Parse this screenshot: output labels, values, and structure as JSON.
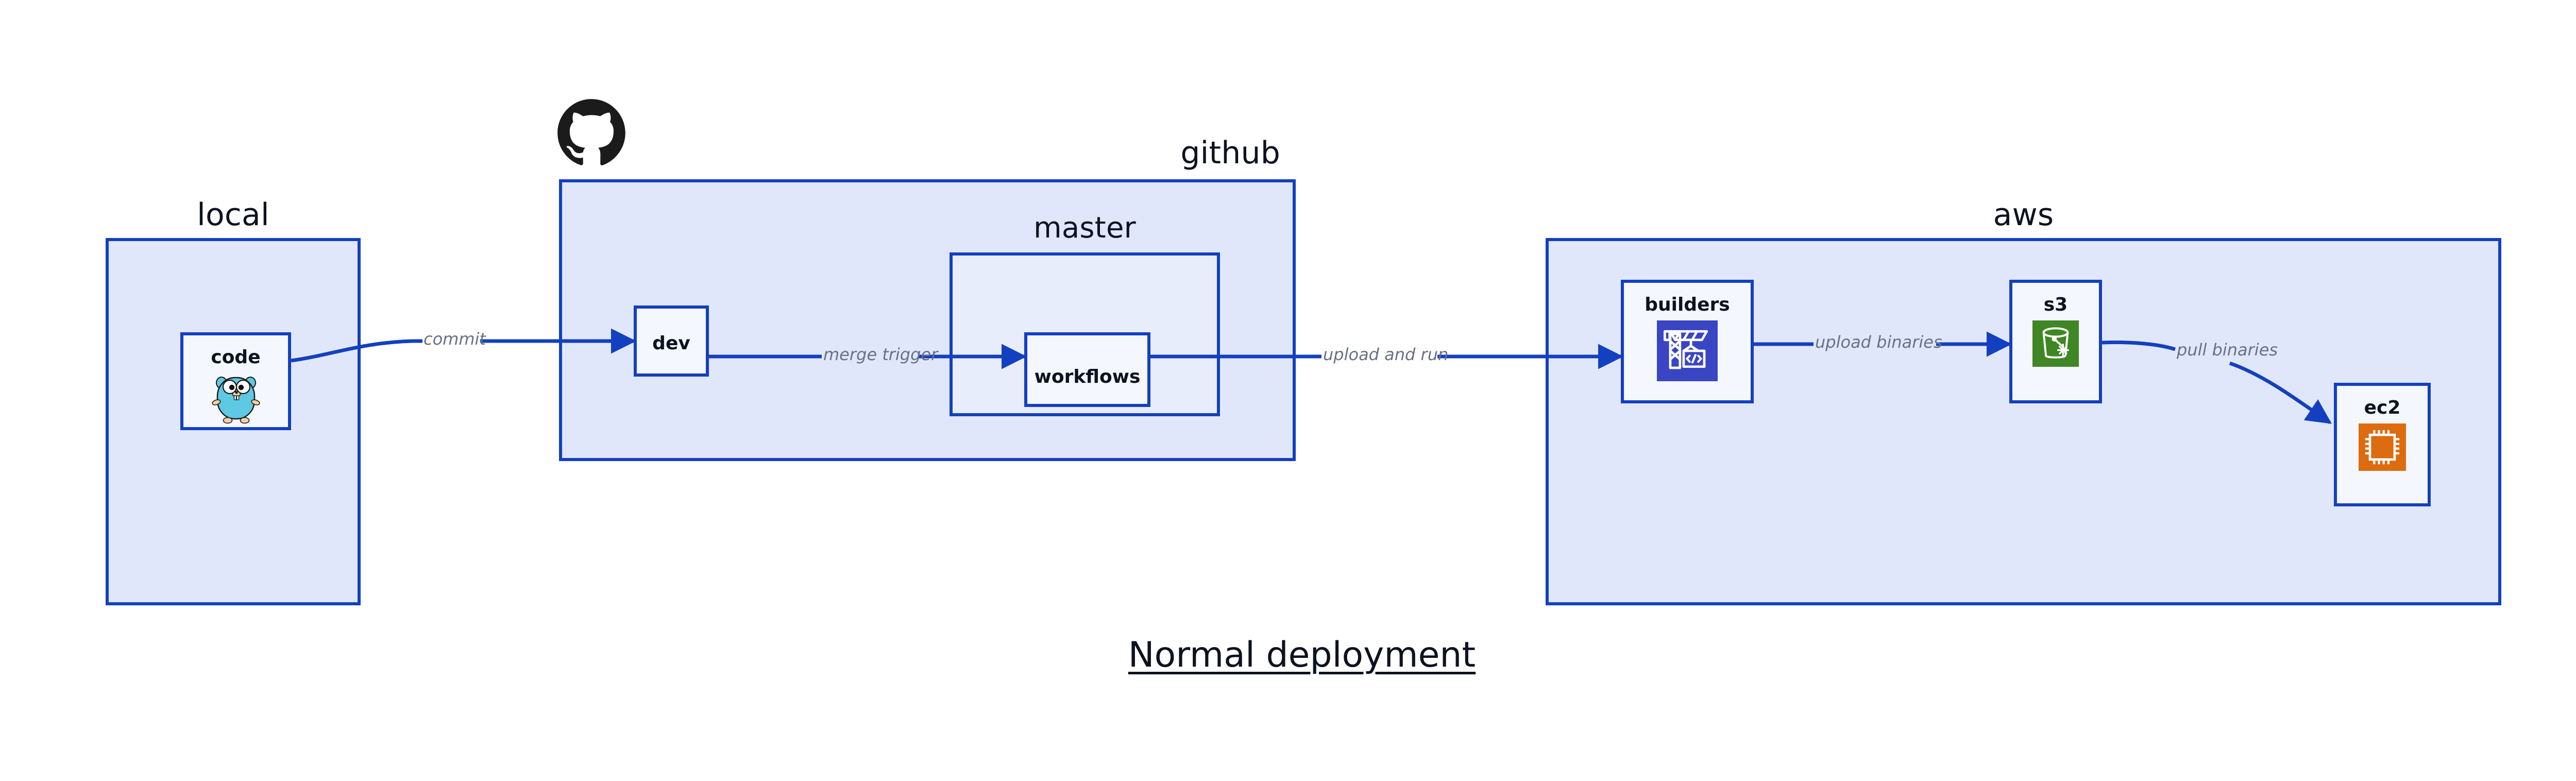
{
  "title": "Normal deployment",
  "palette": {
    "edge": "#1340c0",
    "group_fill": "#e1e7fa",
    "subgroup_fill": "#e8edfb",
    "node_fill": "#f4f7fd",
    "border": "#1340c0",
    "label_text": "#0d1221",
    "edge_label_text": "#6a7085",
    "codebuild_blue": "#3a45c4",
    "s3_green": "#3f8624",
    "ec2_orange": "#dd6b10",
    "github_black": "#1b1b1b",
    "gopher_cyan": "#5dc9e2"
  },
  "groups": [
    {
      "id": "local",
      "label": "local"
    },
    {
      "id": "github",
      "label": "github"
    },
    {
      "id": "master",
      "label": "master"
    },
    {
      "id": "aws",
      "label": "aws"
    }
  ],
  "nodes": [
    {
      "id": "code",
      "label": "code",
      "icon": "go-gopher-icon",
      "group": "local"
    },
    {
      "id": "dev",
      "label": "dev",
      "icon": null,
      "group": "github"
    },
    {
      "id": "workflows",
      "label": "workflows",
      "icon": null,
      "group": "master"
    },
    {
      "id": "builders",
      "label": "builders",
      "icon": "aws-codebuild-icon",
      "group": "aws"
    },
    {
      "id": "s3",
      "label": "s3",
      "icon": "aws-s3-glacier-icon",
      "group": "aws"
    },
    {
      "id": "ec2",
      "label": "ec2",
      "icon": "aws-ec2-chip-icon",
      "group": "aws"
    }
  ],
  "edges": [
    {
      "id": "commit",
      "label": "commit",
      "from": "code",
      "to": "dev"
    },
    {
      "id": "merge-trigger",
      "label": "merge trigger",
      "from": "dev",
      "to": "workflows"
    },
    {
      "id": "upload-and-run",
      "label": "upload and run",
      "from": "workflows",
      "to": "builders"
    },
    {
      "id": "upload-binaries",
      "label": "upload binaries",
      "from": "builders",
      "to": "s3"
    },
    {
      "id": "pull-binaries",
      "label": "pull binaries",
      "from": "s3",
      "to": "ec2"
    }
  ],
  "logos": [
    {
      "id": "github-octocat",
      "name": "github-octocat-icon"
    }
  ]
}
